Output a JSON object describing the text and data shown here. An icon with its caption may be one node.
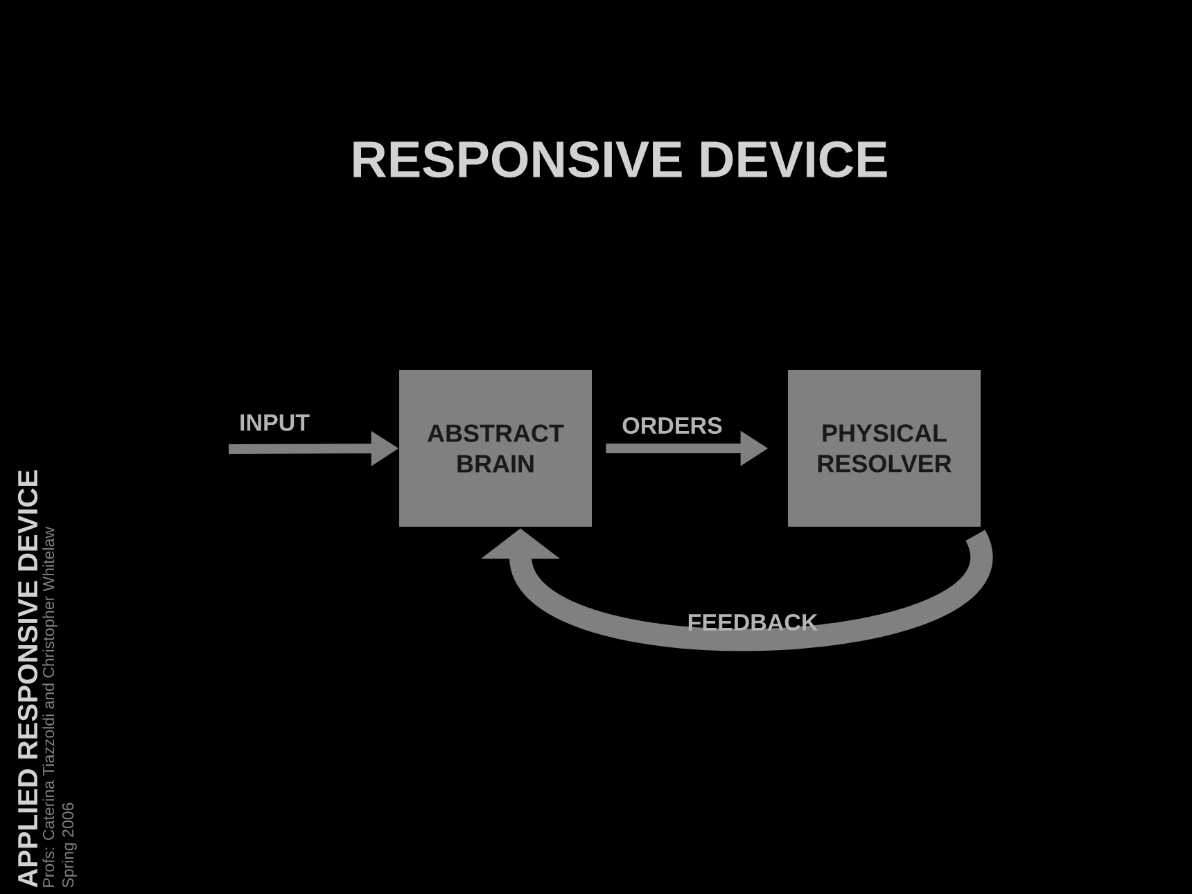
{
  "diagram": {
    "title": "RESPONSIVE DEVICE",
    "nodes": [
      {
        "text": [
          "ABSTRACT BRAIN"
        ]
      },
      {
        "text": [
          "PHYSICAL RESOLVER"
        ]
      }
    ],
    "edges": [
      {
        "from": null,
        "to": 0,
        "arrow": "to",
        "label": "INPUT"
      },
      {
        "from": 0,
        "to": 1,
        "arrow": "to",
        "label": "ORDERS"
      },
      {
        "from": 1,
        "to": 0,
        "arrow": "to",
        "label": "FEEDBACK",
        "style": "thick"
      }
    ],
    "labels": [
      "APPLIED RESPONSIVE DEVICE",
      "Profs: Caterina Tiazzoldi and Christopher Whitelaw",
      "Spring 2006"
    ]
  }
}
